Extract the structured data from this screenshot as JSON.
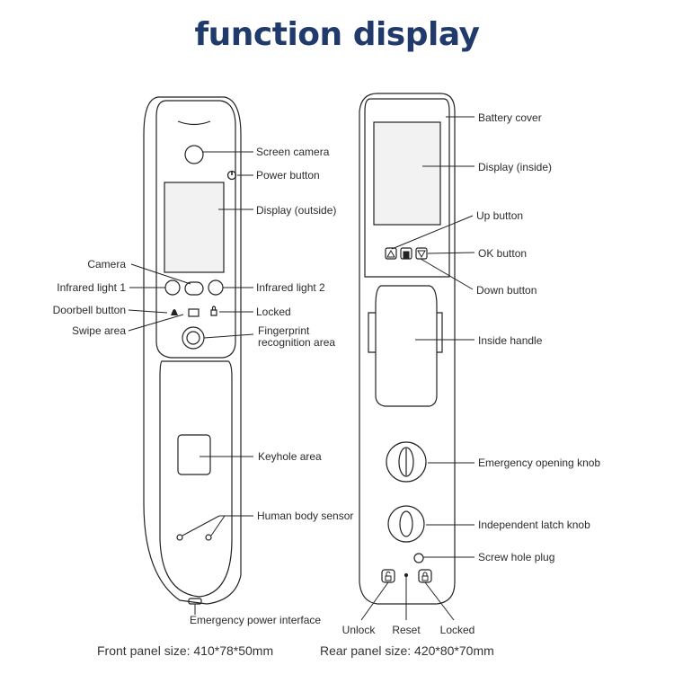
{
  "title": "function display",
  "front_panel": {
    "labels": {
      "screen_camera": "Screen camera",
      "power_button": "Power button",
      "display_outside": "Display (outside)",
      "camera": "Camera",
      "infrared_light_1": "Infrared light 1",
      "infrared_light_2": "Infrared light 2",
      "doorbell_button": "Doorbell button",
      "locked": "Locked",
      "swipe_area": "Swipe area",
      "fingerprint_line1": "Fingerprint",
      "fingerprint_line2": "recognition area",
      "keyhole_area": "Keyhole area",
      "human_body_sensor": "Human body sensor",
      "emergency_power_interface": "Emergency power interface"
    },
    "size_caption": "Front panel size: 410*78*50mm"
  },
  "rear_panel": {
    "labels": {
      "battery_cover": "Battery cover",
      "display_inside": "Display (inside)",
      "up_button": "Up button",
      "ok_button": "OK button",
      "down_button": "Down button",
      "inside_handle": "Inside handle",
      "emergency_opening_knob": "Emergency opening knob",
      "independent_latch_knob": "Independent latch knob",
      "screw_hole_plug": "Screw hole plug",
      "unlock": "Unlock",
      "reset": "Reset",
      "locked": "Locked"
    },
    "size_caption": "Rear panel size: 420*80*70mm"
  },
  "colors": {
    "title": "#1f3a6b",
    "line": "#222222",
    "text": "#2b2b2b",
    "screen_fill": "#f2f2f2"
  }
}
